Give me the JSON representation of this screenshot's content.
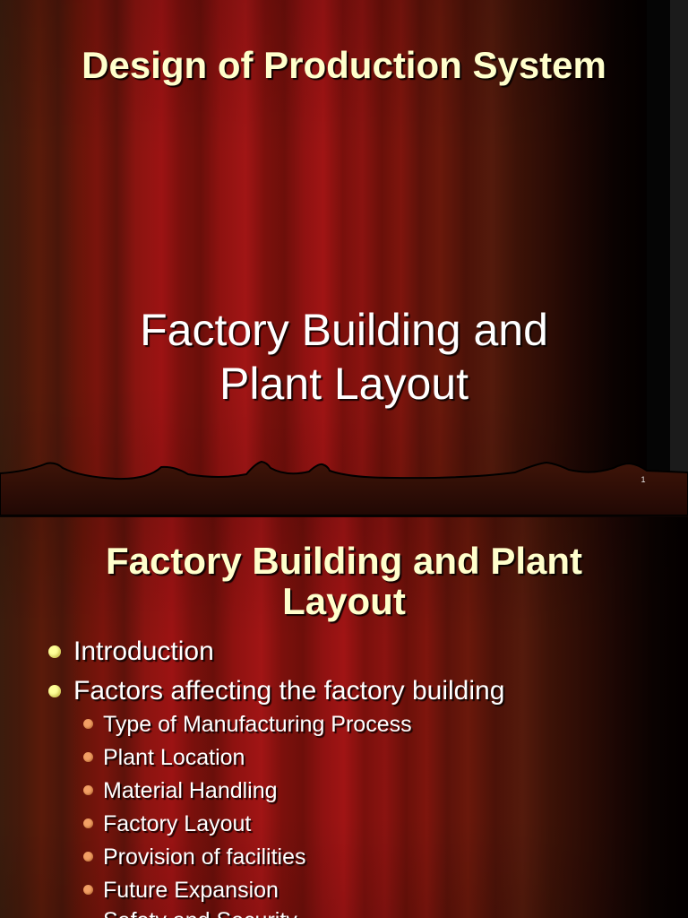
{
  "slides": [
    {
      "title": "Design of Production System",
      "subtitle": "Factory Building and Plant Layout",
      "slide_number": "1"
    },
    {
      "title": "Factory Building and Plant Layout",
      "bullets": [
        {
          "text": "Introduction"
        },
        {
          "text": "Factors affecting the factory building",
          "sub_bullets": [
            "Type of Manufacturing Process",
            "Plant Location",
            "Material Handling",
            "Factory Layout",
            "Provision of facilities",
            "Future Expansion",
            "Safety and Security"
          ]
        }
      ]
    }
  ],
  "colors": {
    "title": "#ffffcc",
    "body_text": "#ffffff",
    "bullet": "#ffff99",
    "sub_bullet": "#f2a065"
  }
}
